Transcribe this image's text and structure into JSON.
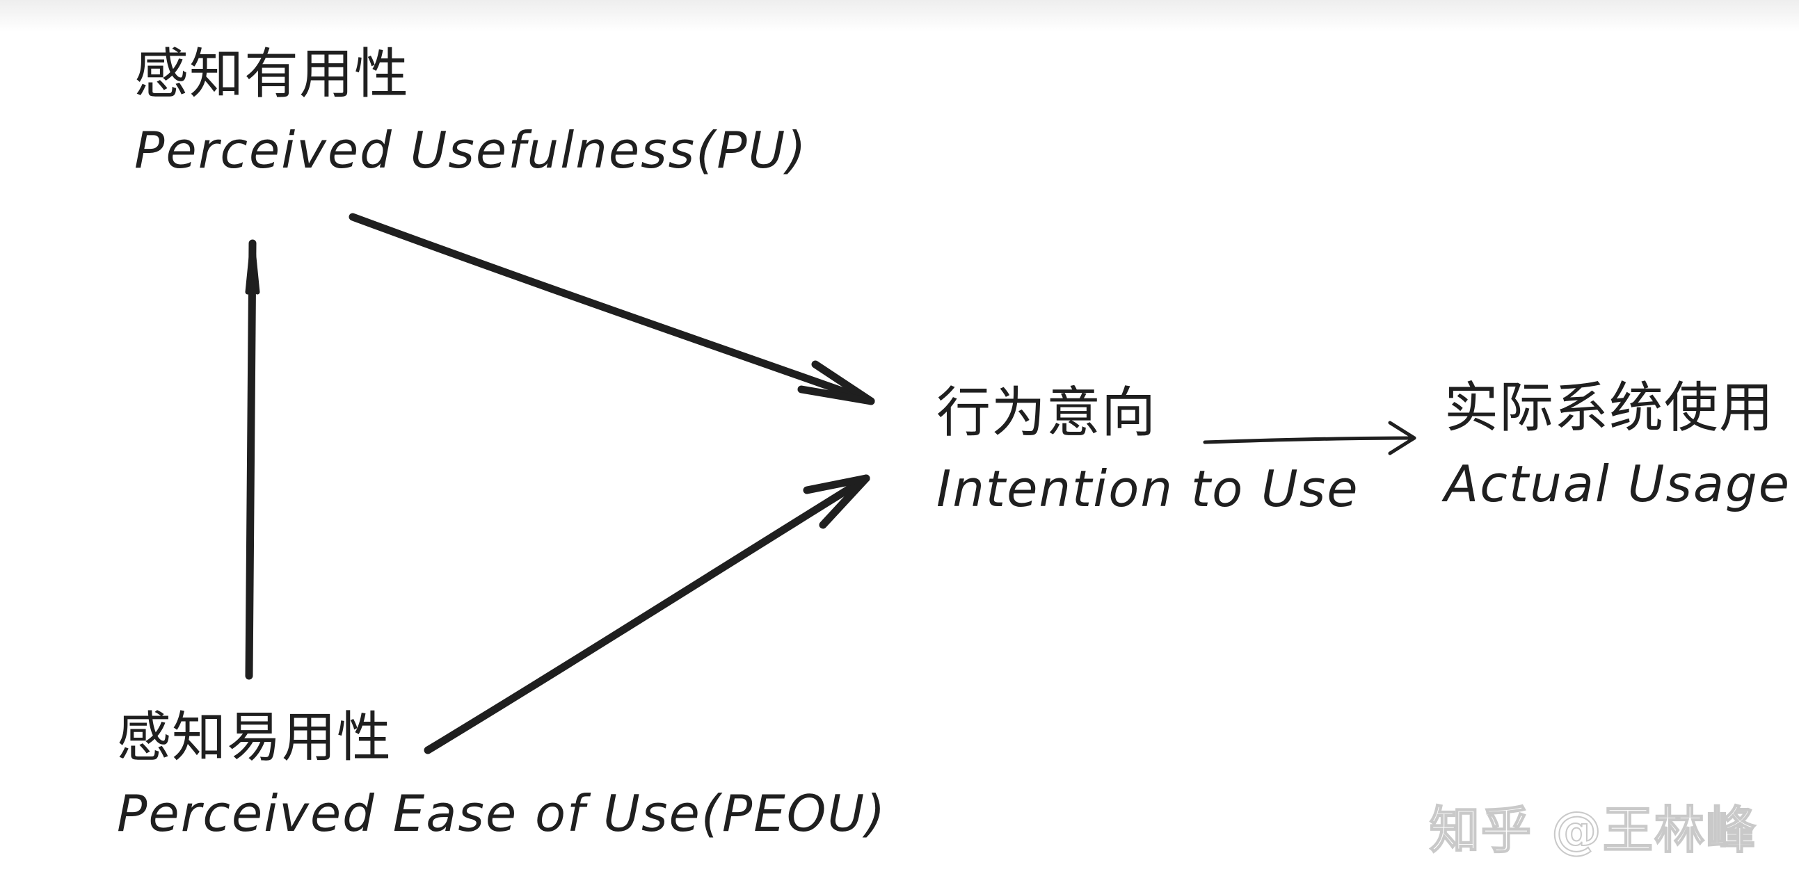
{
  "nodes": {
    "pu": {
      "zh": "感知有用性",
      "en": "Perceived Usefulness(PU)"
    },
    "peou": {
      "zh": "感知易用性",
      "en": "Perceived Ease of Use(PEOU)"
    },
    "itu": {
      "zh": "行为意向",
      "en": "Intention to Use"
    },
    "usage": {
      "zh": "实际系统使用",
      "en": "Actual Usage"
    }
  },
  "edges": [
    {
      "from": "peou",
      "to": "pu"
    },
    {
      "from": "pu",
      "to": "itu"
    },
    {
      "from": "peou",
      "to": "itu"
    },
    {
      "from": "itu",
      "to": "usage"
    }
  ],
  "watermark": "知乎 @王林峰",
  "colors": {
    "ink": "#1f1f1f",
    "watermark": "#c9c9c9",
    "background": "#ffffff"
  }
}
